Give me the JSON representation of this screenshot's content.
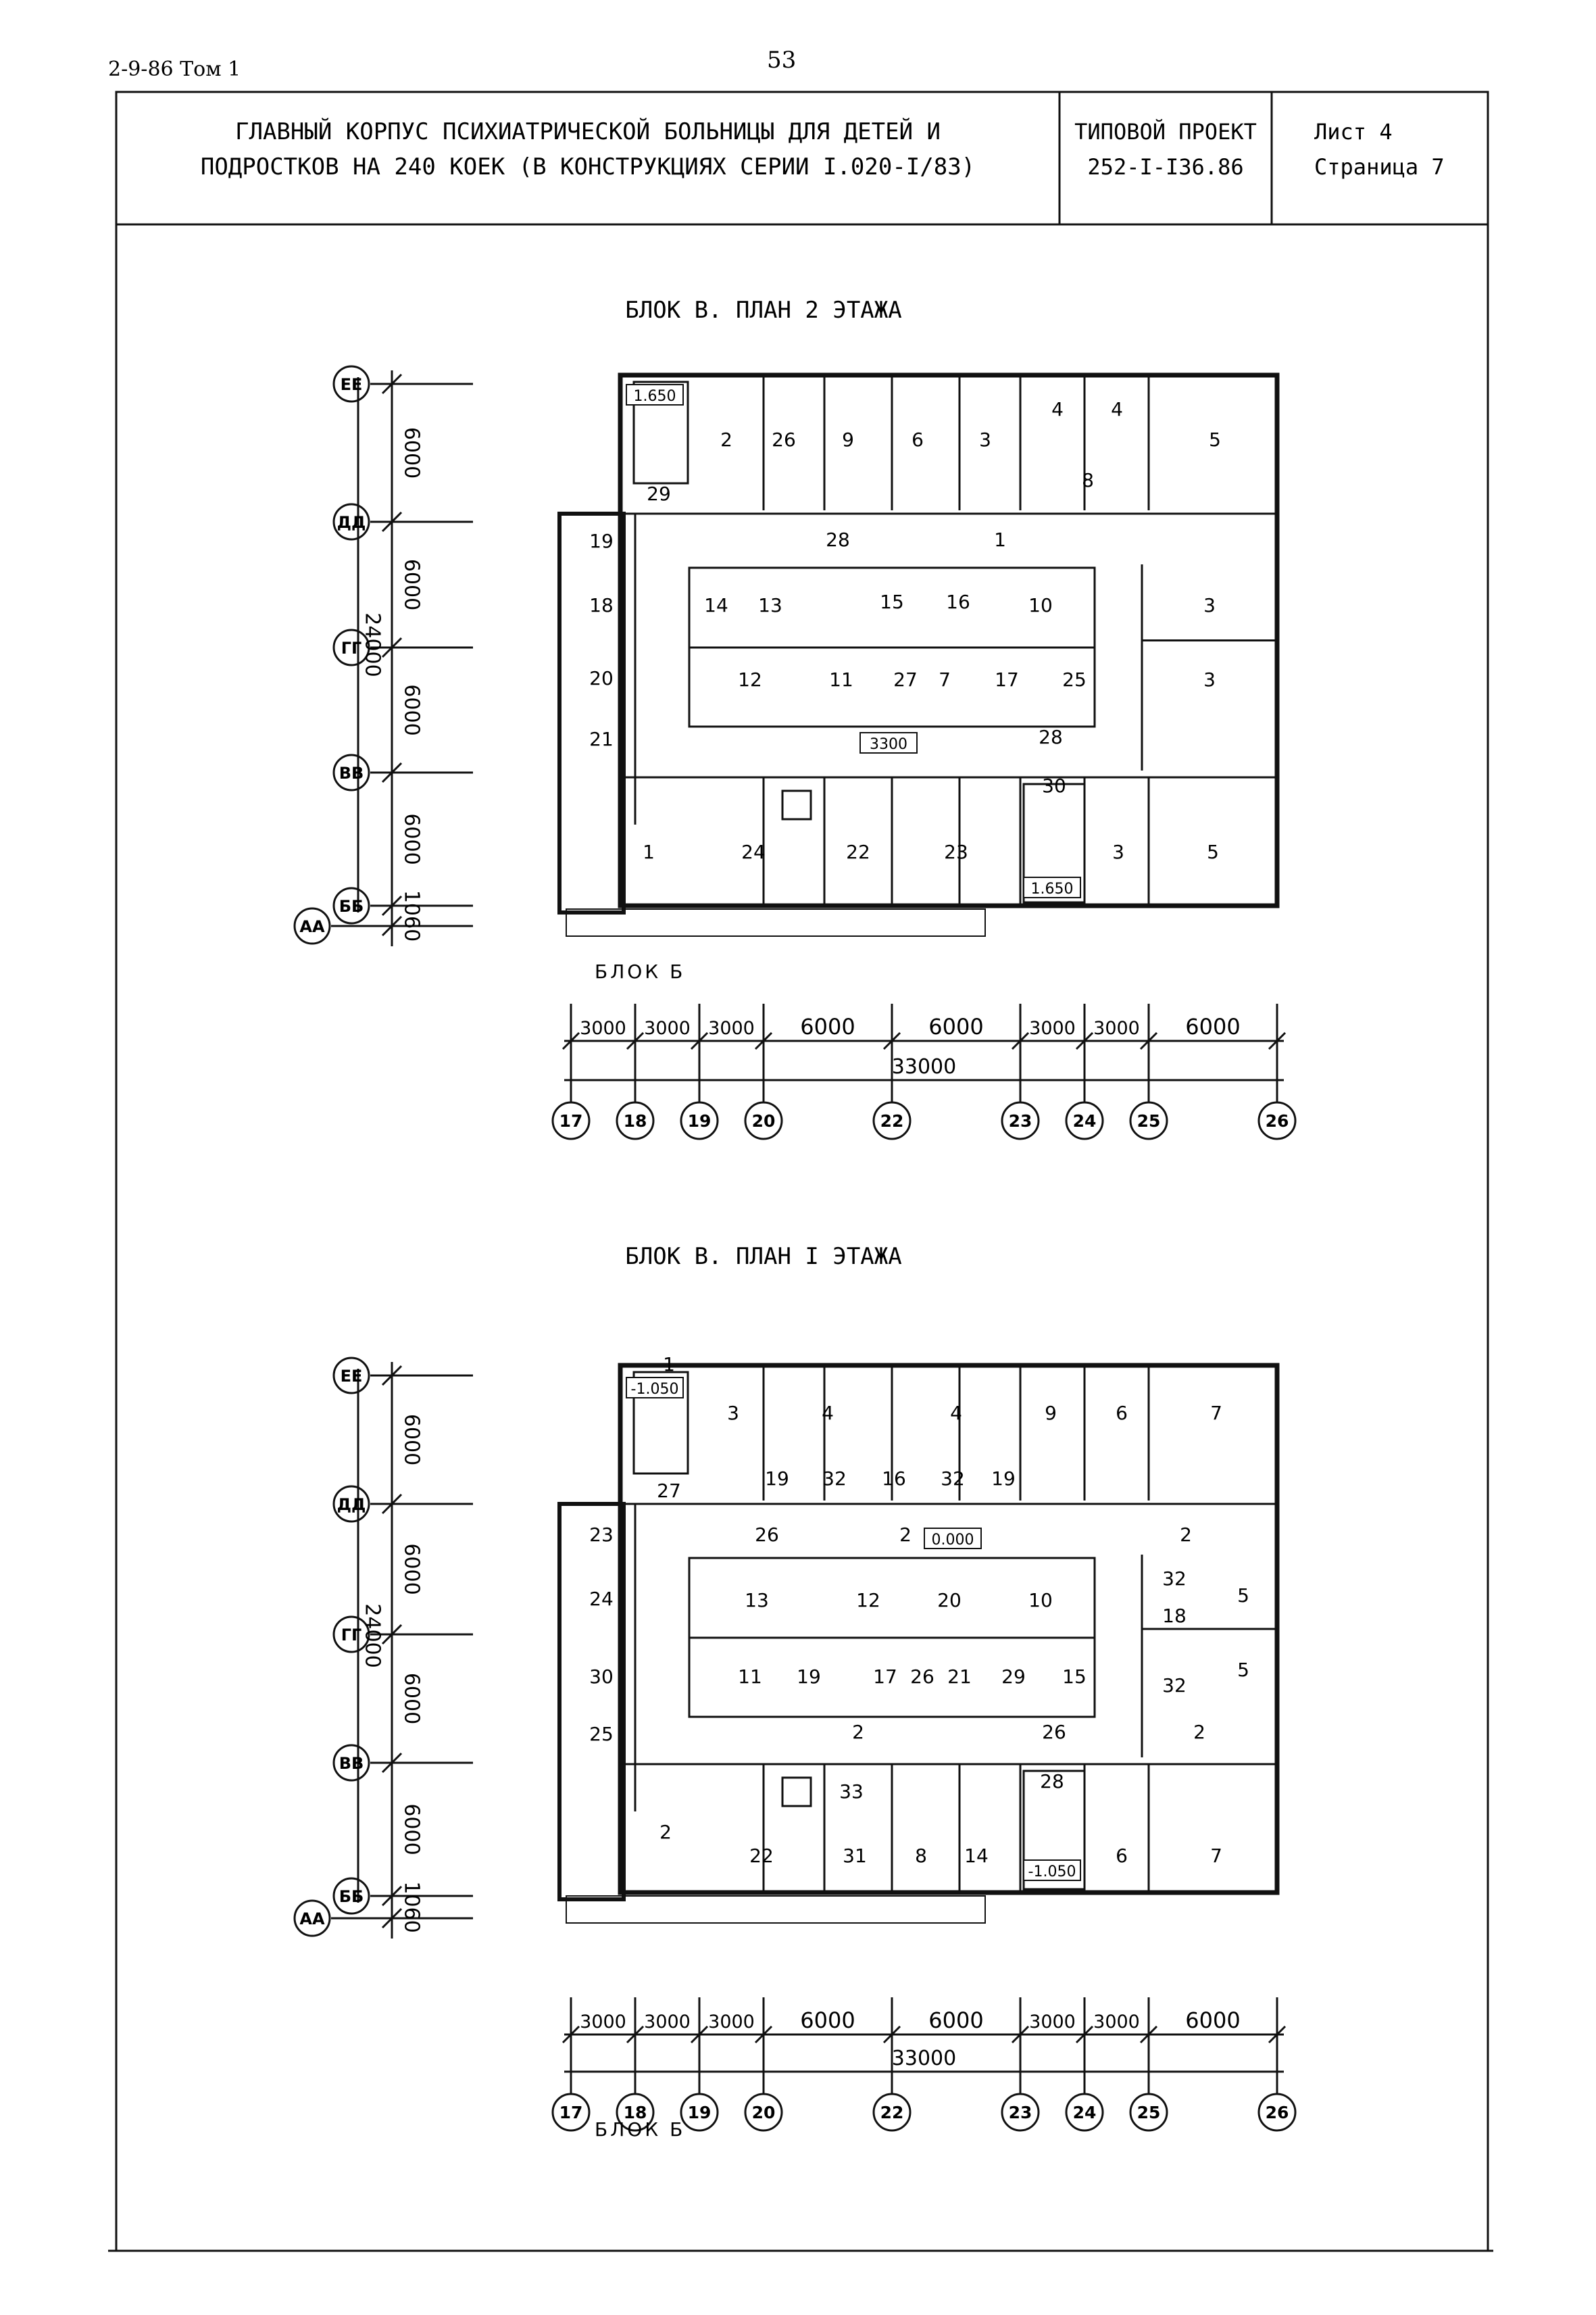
{
  "header": {
    "doc_code": "2-9-86 Том 1",
    "page_number": "53",
    "title_line1": "ГЛАВНЫЙ КОРПУС ПСИХИАТРИЧЕСКОЙ БОЛЬНИЦЫ ДЛЯ ДЕТЕЙ И",
    "title_line2": "ПОДРОСТКОВ НА 240 КОЕК (В КОНСТРУКЦИЯХ СЕРИИ I.020-I/83)",
    "project_label": "ТИПОВОЙ ПРОЕКТ",
    "project_number": "252-I-I36.86",
    "sheet_label": "Лист 4",
    "sheet_page": "Страница 7"
  },
  "plans": [
    {
      "title": "БЛОК В. ПЛАН 2 ЭТАЖА",
      "row_axes": [
        "ЕЕ",
        "ДД",
        "ГГ",
        "ВВ",
        "ББ",
        "АА"
      ],
      "row_dims": [
        "6000",
        "6000",
        "6000",
        "6000",
        "1060"
      ],
      "row_total": "24000",
      "col_axes": [
        "17",
        "18",
        "19",
        "20",
        "22",
        "23",
        "24",
        "25",
        "26"
      ],
      "col_dims": [
        "3000",
        "3000",
        "3000",
        "6000",
        "6000",
        "3000",
        "3000",
        "6000"
      ],
      "col_total": "33000",
      "adjacent_block": "БЛОК Б",
      "levels": [
        "1.650",
        "3300",
        "1.650"
      ],
      "rooms": [
        "2",
        "26",
        "9",
        "6",
        "3",
        "4",
        "4",
        "5",
        "8",
        "29",
        "28",
        "1",
        "19",
        "18",
        "20",
        "21",
        "14",
        "13",
        "15",
        "16",
        "10",
        "3",
        "12",
        "11",
        "27",
        "7",
        "17",
        "25",
        "3",
        "28",
        "30",
        "1",
        "24",
        "22",
        "23",
        "3",
        "5"
      ]
    },
    {
      "title": "БЛОК В. ПЛАН I ЭТАЖА",
      "row_axes": [
        "ЕЕ",
        "ДД",
        "ГГ",
        "ВВ",
        "ББ",
        "АА"
      ],
      "row_dims": [
        "6000",
        "6000",
        "6000",
        "6000",
        "1060"
      ],
      "row_total": "24000",
      "col_axes": [
        "17",
        "18",
        "19",
        "20",
        "22",
        "23",
        "24",
        "25",
        "26"
      ],
      "col_dims": [
        "3000",
        "3000",
        "3000",
        "6000",
        "6000",
        "3000",
        "3000",
        "6000"
      ],
      "col_total": "33000",
      "adjacent_block": "БЛОК Б",
      "levels": [
        "-1.050",
        "0.000",
        "-1.050"
      ],
      "rooms": [
        "1",
        "3",
        "4",
        "4",
        "9",
        "6",
        "7",
        "19",
        "32",
        "16",
        "32",
        "19",
        "27",
        "26",
        "2",
        "2",
        "23",
        "24",
        "13",
        "12",
        "20",
        "10",
        "32",
        "18",
        "5",
        "32",
        "5",
        "30",
        "11",
        "19",
        "17",
        "26",
        "21",
        "29",
        "15",
        "25",
        "2",
        "26",
        "2",
        "33",
        "28",
        "2",
        "22",
        "31",
        "8",
        "14",
        "6",
        "7"
      ]
    }
  ]
}
